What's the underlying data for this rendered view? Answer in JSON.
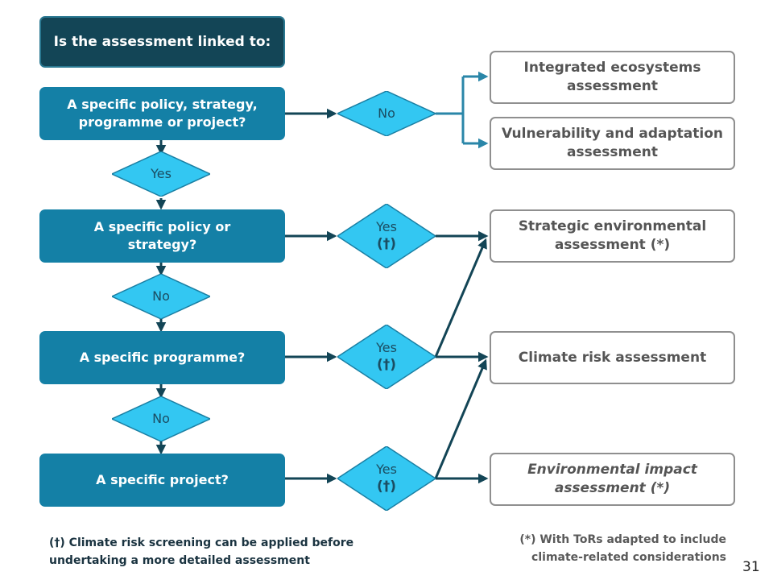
{
  "title": "Is the assessment linked to:",
  "questions": [
    "A specific policy, strategy, programme or project?",
    "A specific policy or strategy?",
    "A specific programme?",
    "A specific project?"
  ],
  "decisions": {
    "q1_no": "No",
    "q1_yes": "Yes",
    "q2_no": "No",
    "q3_no": "No",
    "q2_yes": "Yes",
    "q3_yes": "Yes",
    "q4_yes": "Yes",
    "dagger": "(†)"
  },
  "outcomes": [
    "Integrated ecosystems assessment",
    "Vulnerability and adaptation assessment",
    "Strategic environmental assessment (*)",
    "Climate risk assessment",
    "Environmental impact assessment (*)"
  ],
  "footnotes": {
    "dagger": "(†) Climate risk screening can be applied before undertaking a more detailed assessment",
    "star": "(*) With ToRs adapted to include climate-related considerations"
  },
  "page_number": "31",
  "colors": {
    "title_fill": "#134556",
    "question_fill": "#1480a6",
    "decision_fill": "#33c7f2",
    "connector": "#134556",
    "branch_connector": "#2a86a8",
    "outcome_border": "#8f8f8f"
  }
}
